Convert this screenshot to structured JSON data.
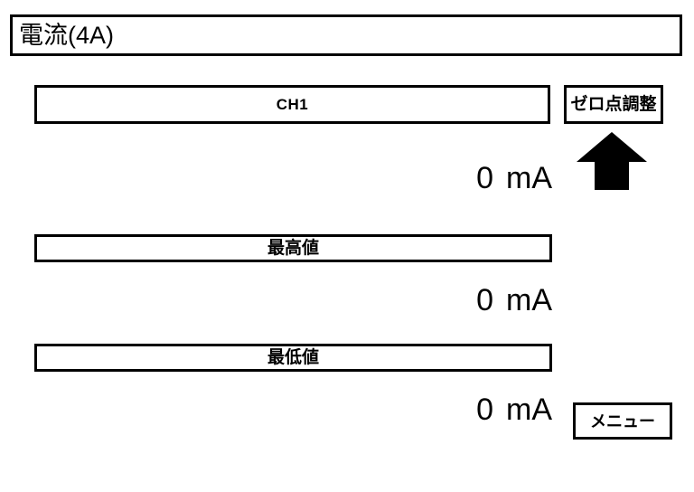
{
  "screen": {
    "title": "電流(4A)",
    "unit": "mA"
  },
  "channel": {
    "label": "CH1",
    "value": "0",
    "unit": "mA"
  },
  "max": {
    "label": "最高値",
    "value": "0",
    "unit": "mA"
  },
  "min": {
    "label": "最低値",
    "value": "0",
    "unit": "mA"
  },
  "buttons": {
    "zero_adjust": "ゼロ点調整",
    "menu": "メニュー"
  },
  "icons": {
    "arrow_up": "arrow-up-icon"
  },
  "colors": {
    "foreground": "#000000",
    "background": "#ffffff"
  }
}
